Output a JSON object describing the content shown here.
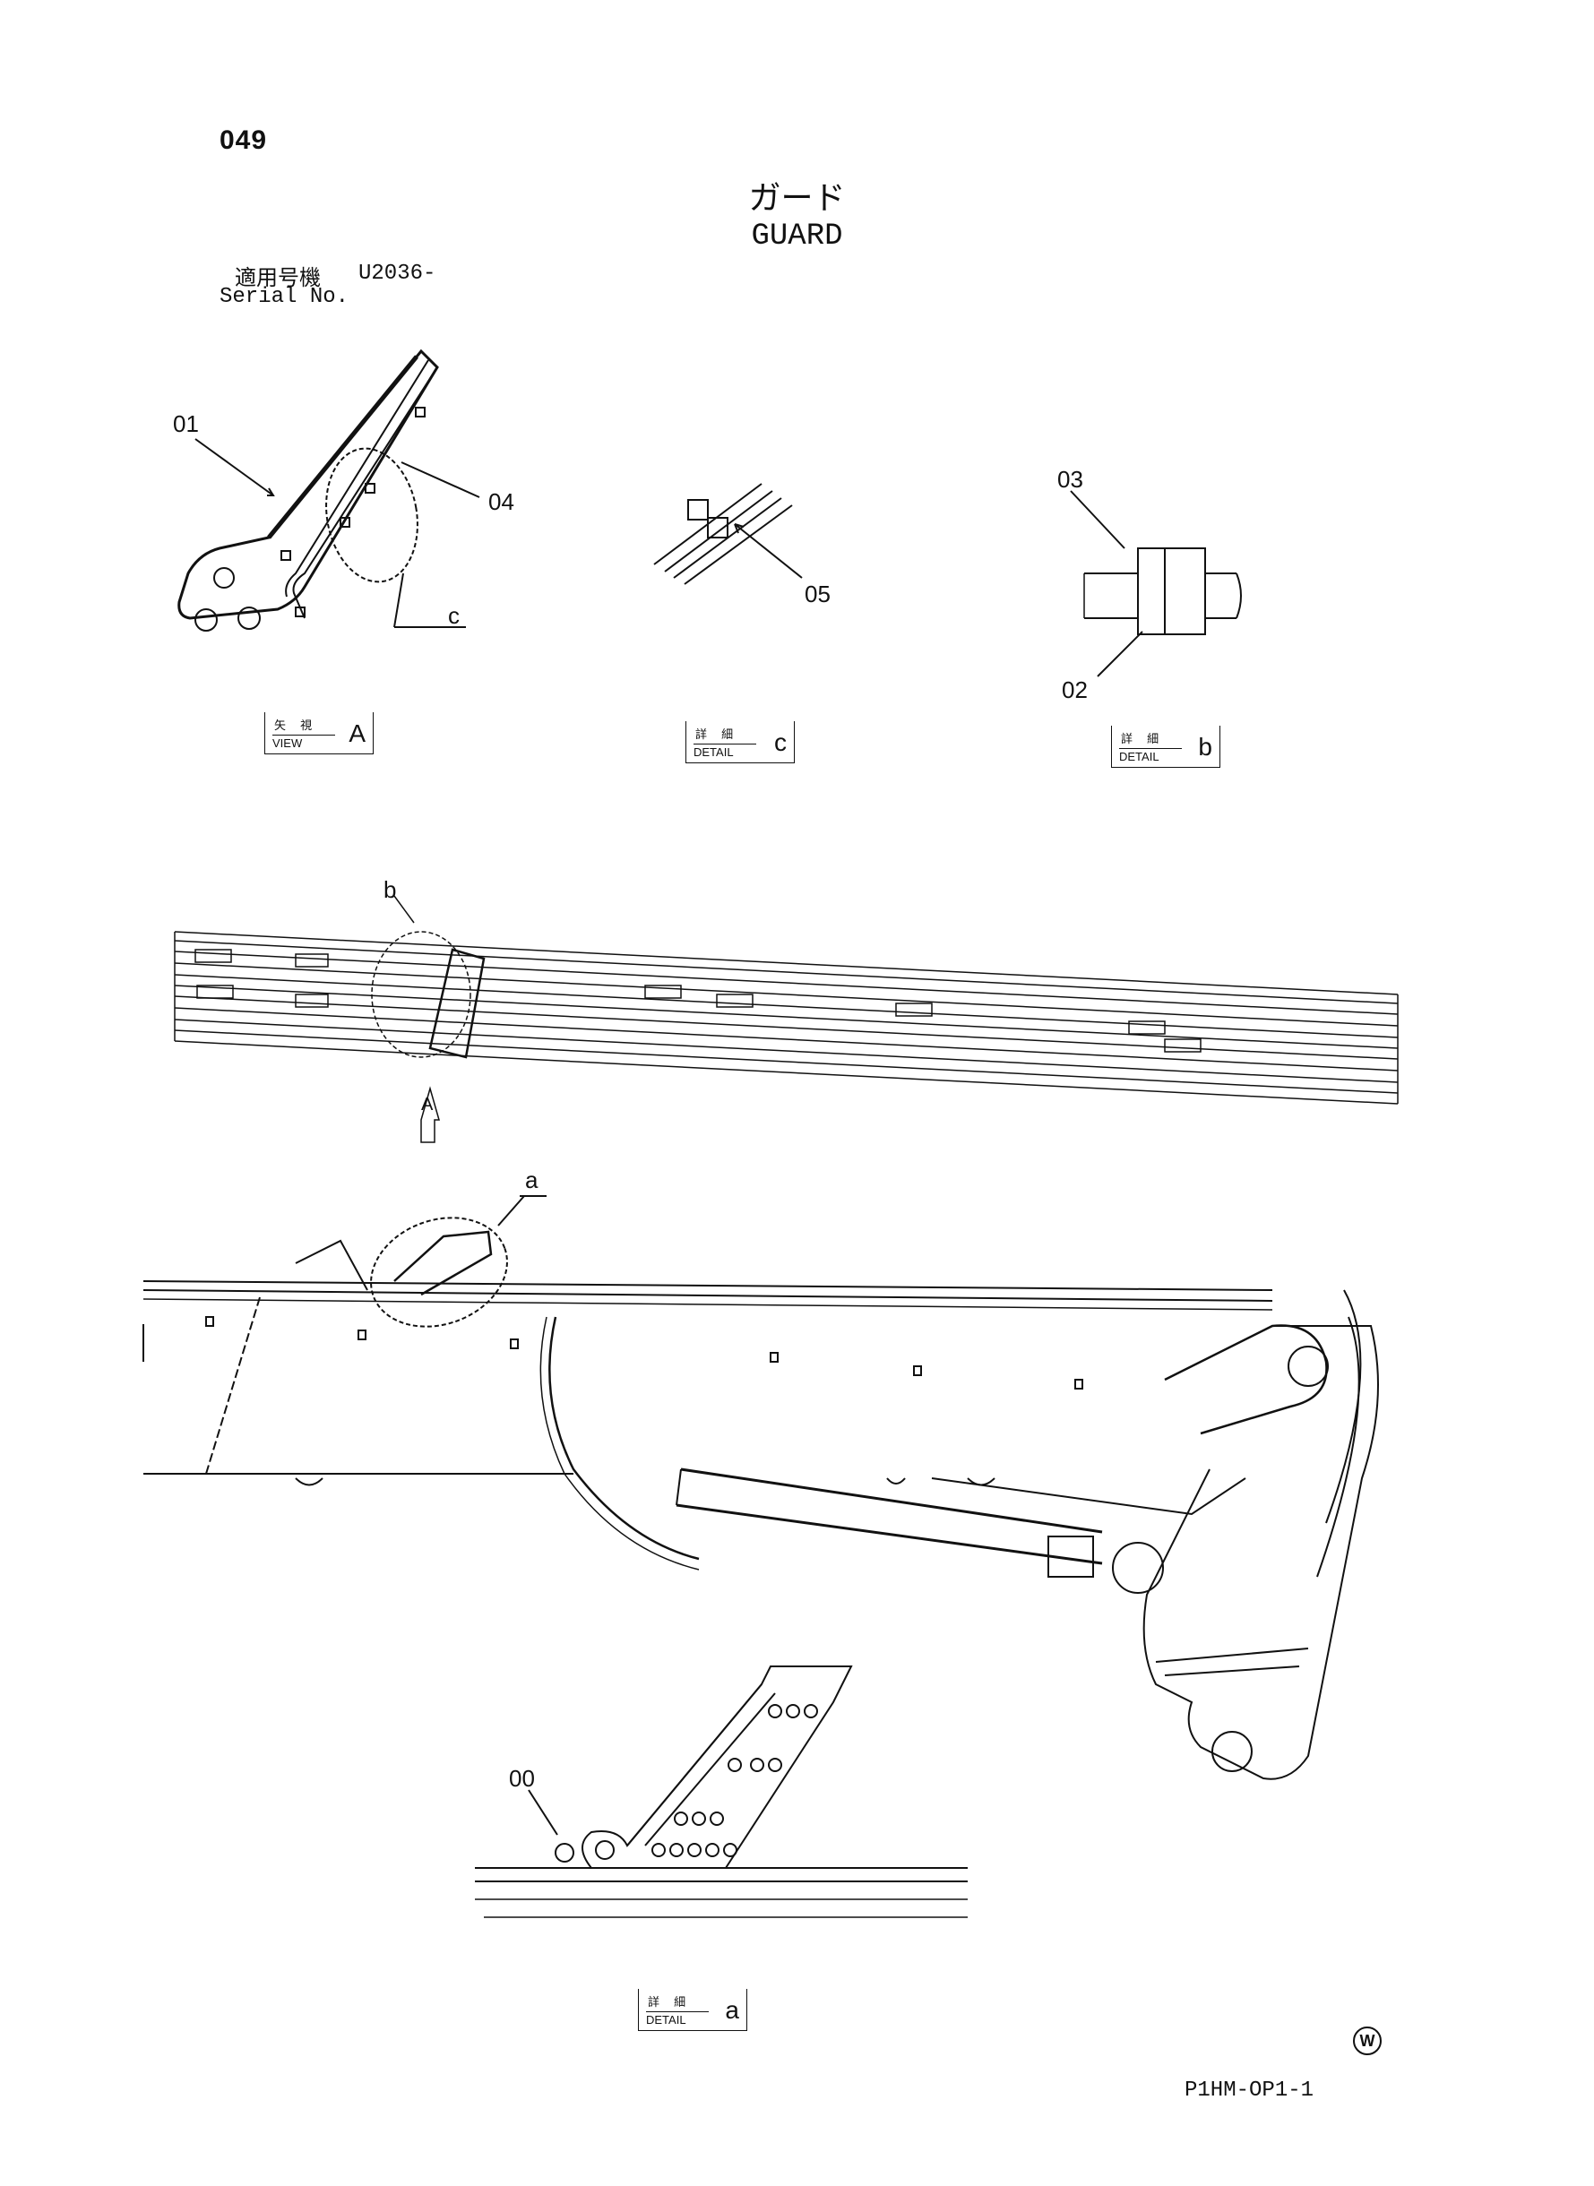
{
  "page_number": "049",
  "title_jp": "ガード",
  "title_en": "GUARD",
  "serial": {
    "label_jp": "適用号機",
    "value": "U2036-",
    "label_en": "Serial No."
  },
  "callouts": {
    "c01": "01",
    "c04": "04",
    "c05": "05",
    "c03": "03",
    "c02": "02",
    "c00": "00",
    "lc": "c",
    "lb": "b",
    "la": "a",
    "arrowA": "A"
  },
  "view_boxes": {
    "viewA": {
      "jp": "矢 視",
      "en": "VIEW",
      "letter": "A"
    },
    "detailC": {
      "jp": "詳 細",
      "en": "DETAIL",
      "letter": "c"
    },
    "detailB": {
      "jp": "詳 細",
      "en": "DETAIL",
      "letter": "b"
    },
    "detailA": {
      "jp": "詳 細",
      "en": "DETAIL",
      "letter": "a"
    }
  },
  "drawing_code": "P1HM-OP1-1",
  "watermark_letter": "W"
}
